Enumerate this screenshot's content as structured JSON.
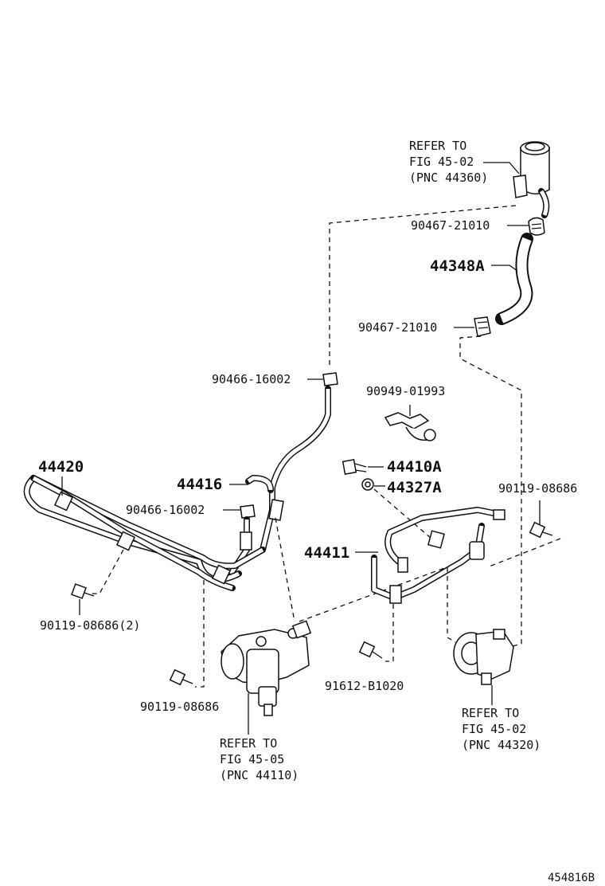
{
  "labels": {
    "refer_reservoir": [
      "REFER TO",
      "FIG 45-02",
      "(PNC 44360)"
    ],
    "clamp_upper": "90467-21010",
    "hose_return": "44348A",
    "clamp_lower": "90467-21010",
    "clamp_tube": "90466-16002",
    "clamp_tube2": "90466-16002",
    "bracket_clamp": "90949-01993",
    "union_bolt": "44410A",
    "gasket": "44327A",
    "bolt_right": "90119-08686",
    "tube_left": "44420",
    "tube_return": "44416",
    "tube_pressure": "44411",
    "bolt_left": "90119-08686(2)",
    "bolt_gear": "90119-08686",
    "bolt_center": "91612-B1020",
    "refer_gear": [
      "REFER TO",
      "FIG 45-05",
      "(PNC 44110)"
    ],
    "refer_pump": [
      "REFER TO",
      "FIG 45-02",
      "(PNC 44320)"
    ],
    "figure_id": "454816B"
  }
}
